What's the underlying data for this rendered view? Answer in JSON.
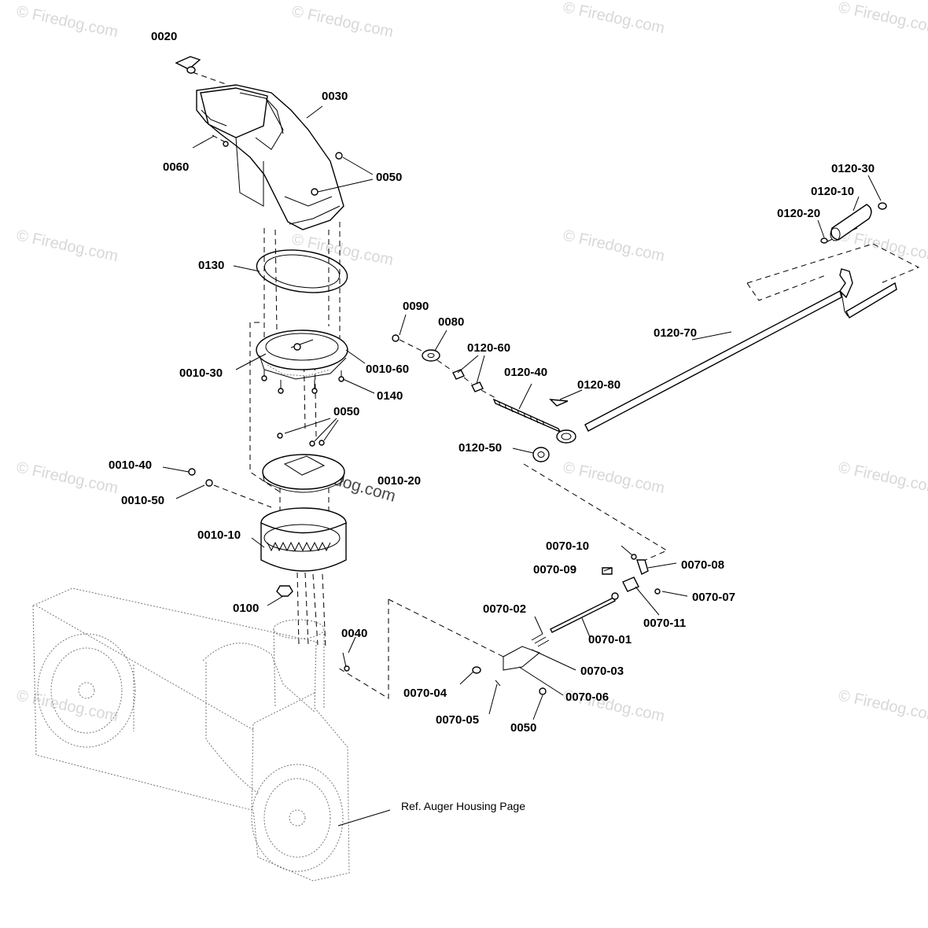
{
  "watermark": {
    "text": "© Firedog.com",
    "center_text": "© Firedog.com"
  },
  "labels": {
    "p0020": "0020",
    "p0030": "0030",
    "p0060": "0060",
    "p0050_top": "0050",
    "p0130": "0130",
    "p0010_30": "0010-30",
    "p0010_60": "0010-60",
    "p0140": "0140",
    "p0050_mid": "0050",
    "p0010_20": "0010-20",
    "p0010_40": "0010-40",
    "p0010_50": "0010-50",
    "p0010_10": "0010-10",
    "p0100": "0100",
    "p0040": "0040",
    "p0090": "0090",
    "p0080": "0080",
    "p0120_60": "0120-60",
    "p0120_40": "0120-40",
    "p0120_80": "0120-80",
    "p0120_50": "0120-50",
    "p0120_70": "0120-70",
    "p0120_30": "0120-30",
    "p0120_10": "0120-10",
    "p0120_20": "0120-20",
    "p0070_10": "0070-10",
    "p0070_08": "0070-08",
    "p0070_09": "0070-09",
    "p0070_07": "0070-07",
    "p0070_11": "0070-11",
    "p0070_02": "0070-02",
    "p0070_01": "0070-01",
    "p0070_03": "0070-03",
    "p0070_04": "0070-04",
    "p0070_06": "0070-06",
    "p0070_05": "0070-05",
    "p0050_bot": "0050",
    "ref_auger": "Ref. Auger Housing Page"
  }
}
